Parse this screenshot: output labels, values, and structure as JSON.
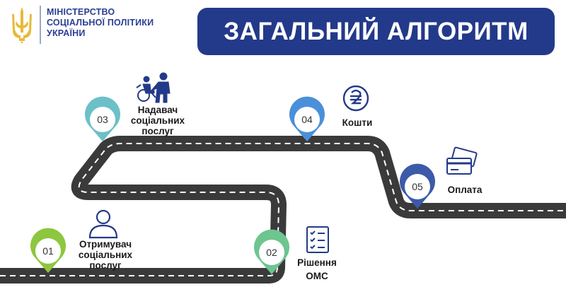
{
  "ministry": {
    "line1": "МІНІСТЕРСТВО",
    "line2": "СОЦІАЛЬНОЇ ПОЛІТИКИ",
    "line3": "УКРАЇНИ"
  },
  "title": "ЗАГАЛЬНИЙ АЛГОРИТМ",
  "steps": [
    {
      "number": "01",
      "label_lines": [
        "Отримувач",
        "соціальних",
        "послуг"
      ],
      "icon": "person-icon",
      "color": "#8dc63f"
    },
    {
      "number": "02",
      "label_lines": [
        "Рішення",
        "ОМС"
      ],
      "icon": "document-checklist-icon",
      "color": "#6dc58f"
    },
    {
      "number": "03",
      "label_lines": [
        "Надавач",
        "соціальних",
        "послуг"
      ],
      "icon": "caregiver-wheelchair-icon",
      "color": "#6cc0c8"
    },
    {
      "number": "04",
      "label_lines": [
        "Кошти"
      ],
      "icon": "hryvnia-coin-icon",
      "color": "#4a90d9"
    },
    {
      "number": "05",
      "label_lines": [
        "Оплата"
      ],
      "icon": "credit-cards-icon",
      "color": "#3c5aa8"
    }
  ],
  "colors": {
    "brand_blue": "#233a8a",
    "road": "#3a3a3a",
    "road_dash": "#ffffff"
  }
}
